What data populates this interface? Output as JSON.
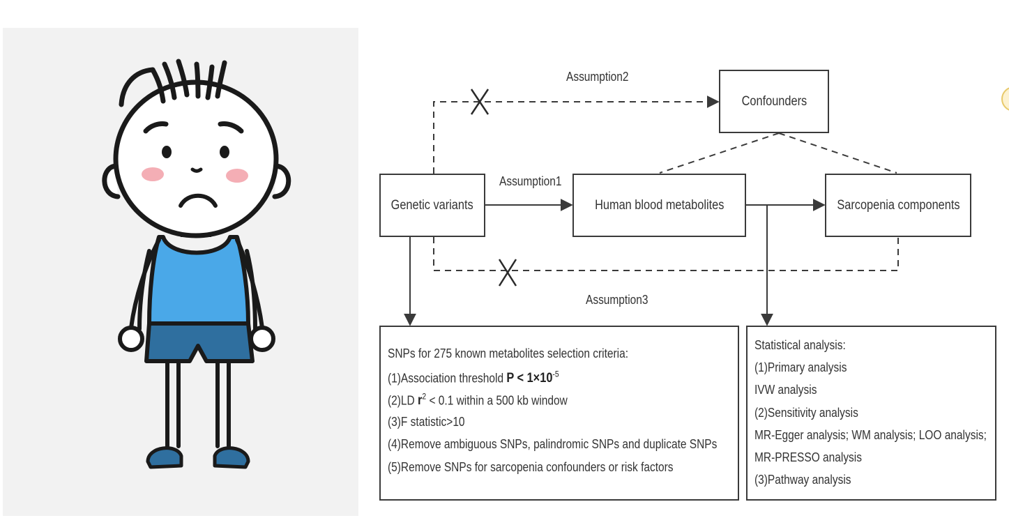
{
  "diagram": {
    "nodes": {
      "confounders": "Confounders",
      "genetic_variants": "Genetic variants",
      "metabolites": "Human blood metabolites",
      "sarcopenia": "Sarcopenia components"
    },
    "labels": {
      "assumption1": "Assumption1",
      "assumption2": "Assumption2",
      "assumption3": "Assumption3"
    },
    "criteria": {
      "title": "SNPs for 275 known metabolites selection criteria:",
      "item1_prefix": "(1)Association threshold ",
      "item1_math": "P < 1×10",
      "item1_exp": "-5",
      "item2_prefix": "(2)LD ",
      "item2_math": "r",
      "item2_exp": "2",
      "item2_suffix": " < 0.1 within a 500 kb window",
      "item3": "(3)F statistic>10",
      "item4": "(4)Remove ambiguous SNPs, palindromic SNPs and duplicate SNPs",
      "item5": "(5)Remove SNPs for sarcopenia confounders or risk factors"
    },
    "analysis": {
      "title": "Statistical analysis:",
      "lines": [
        "(1)Primary analysis",
        "IVW analysis",
        "(2)Sensitivity analysis",
        "MR-Egger analysis; WM analysis; LOO analysis;",
        "MR-PRESSO analysis",
        "(3)Pathway analysis"
      ]
    }
  },
  "colors": {
    "line": "#3a3a3a",
    "shirt": "#4aa8e8",
    "shorts": "#2f6f9f",
    "shoes": "#2f6f9f",
    "cheeks": "#f2a0a8"
  }
}
